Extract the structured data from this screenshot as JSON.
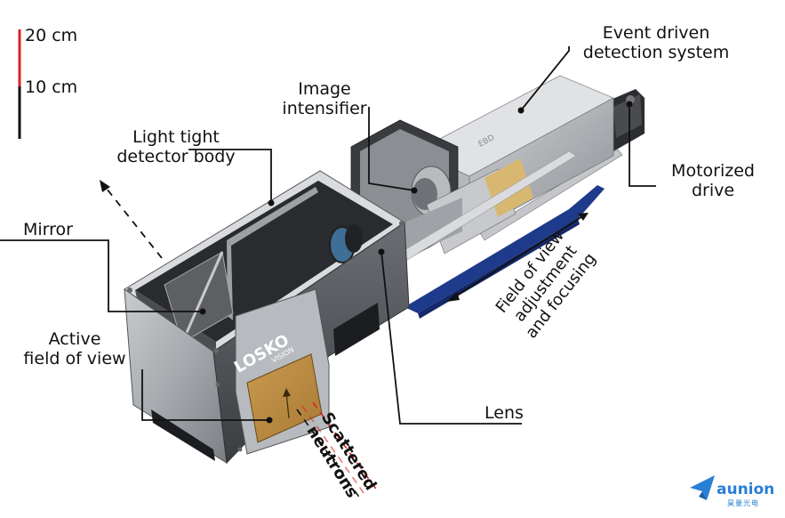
{
  "scale_bar": {
    "top_label": "20 cm",
    "mid_label": "10 cm",
    "colors": {
      "upper": "#e02020",
      "lower": "#111111"
    }
  },
  "labels": {
    "event_driven": [
      "Event driven",
      "detection system"
    ],
    "image_intensifier": [
      "Image",
      "intensifier"
    ],
    "light_tight": [
      "Light tight",
      "detector body"
    ],
    "mirror": "Mirror",
    "active_fov": [
      "Active",
      "field of view"
    ],
    "motorized": [
      "Motorized",
      "drive"
    ],
    "field_of_view_adj": [
      "Field of view",
      "adjustment",
      "and focusing"
    ],
    "lens": "Lens",
    "scattered": [
      "Scattered",
      "neutrons"
    ]
  },
  "logo": {
    "main": "LOSKO",
    "sub": "VISION"
  },
  "brand": {
    "name": "aunion",
    "sub": "昊量光电",
    "color": "#2a7fd6"
  }
}
